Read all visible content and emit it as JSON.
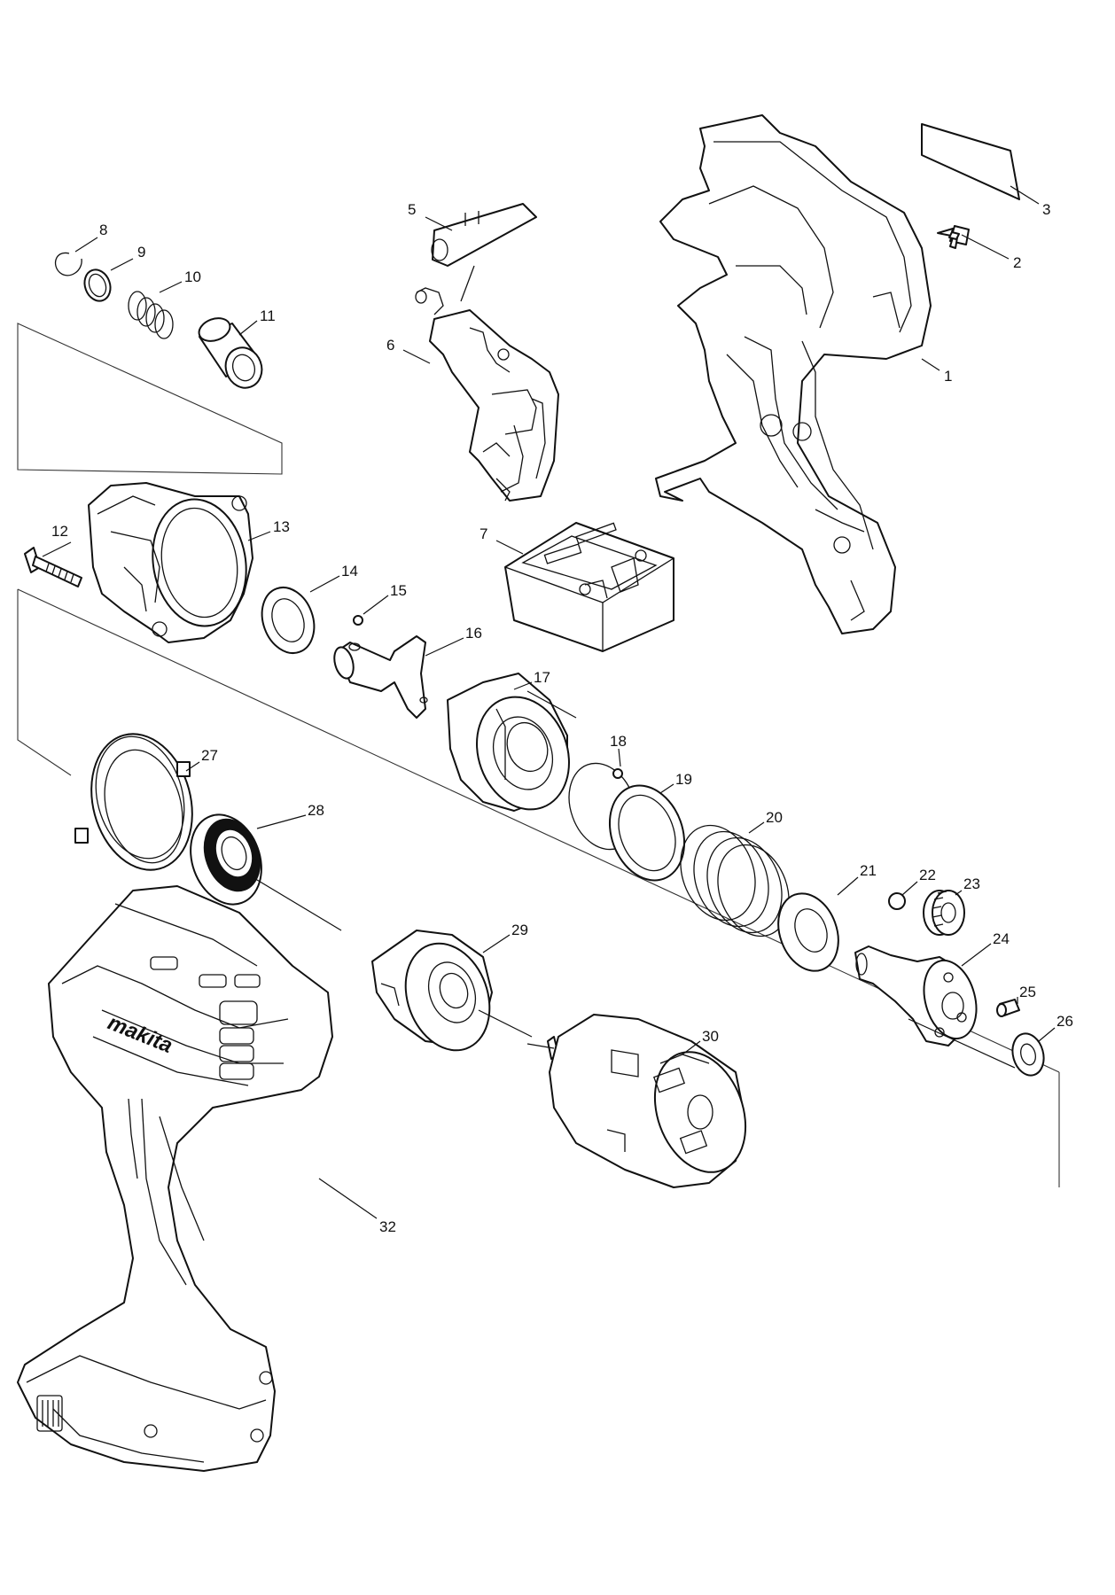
{
  "labels": {
    "p1": "1",
    "p2": "2",
    "p3": "3",
    "p5": "5",
    "p6": "6",
    "p7": "7",
    "p8": "8",
    "p9": "9",
    "p10": "10",
    "p11": "11",
    "p12": "12",
    "p13": "13",
    "p14": "14",
    "p15": "15",
    "p16": "16",
    "p17": "17",
    "p18": "18",
    "p19": "19",
    "p20": "20",
    "p21": "21",
    "p22": "22",
    "p23": "23",
    "p24": "24",
    "p25": "25",
    "p26": "26",
    "p27": "27",
    "p28": "28",
    "p29": "29",
    "p30": "30",
    "p32": "32"
  },
  "brand": {
    "logo_text": "makita"
  }
}
